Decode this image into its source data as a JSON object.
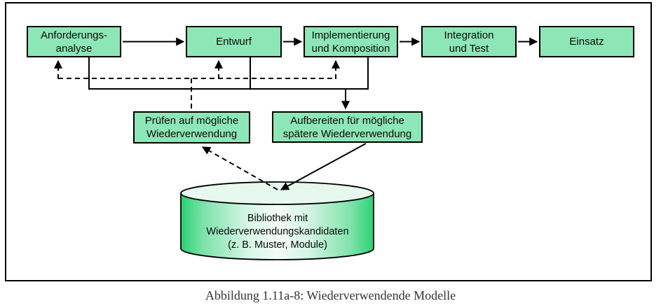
{
  "figure": {
    "caption": "Abbildung 1.11a-8: Wiederverwendende Modelle"
  },
  "phases": [
    {
      "lines": [
        "Anforderungs-",
        "analyse"
      ]
    },
    {
      "lines": [
        "Entwurf"
      ]
    },
    {
      "lines": [
        "Implementierung",
        "und Komposition"
      ]
    },
    {
      "lines": [
        "Integration",
        "und Test"
      ]
    },
    {
      "lines": [
        "Einsatz"
      ]
    }
  ],
  "activities": [
    {
      "lines": [
        "Prüfen auf mögliche",
        "Wiederverwendung"
      ]
    },
    {
      "lines": [
        "Aufbereiten für mögliche",
        "spätere Wiederverwendung"
      ]
    }
  ],
  "library": {
    "lines": [
      "Bibliothek mit",
      "Wiederverwendungskandidaten",
      "(z. B. Muster, Module)"
    ]
  },
  "colors": {
    "box_fill": "#8de6b5",
    "box_border": "#000000",
    "line_color": "#000000",
    "cylinder_edge_green": "#2bd172",
    "cylinder_center_light": "#f2fcf7",
    "cylinder_top_fill": "#e7f8ee",
    "caption_color": "#333333"
  }
}
